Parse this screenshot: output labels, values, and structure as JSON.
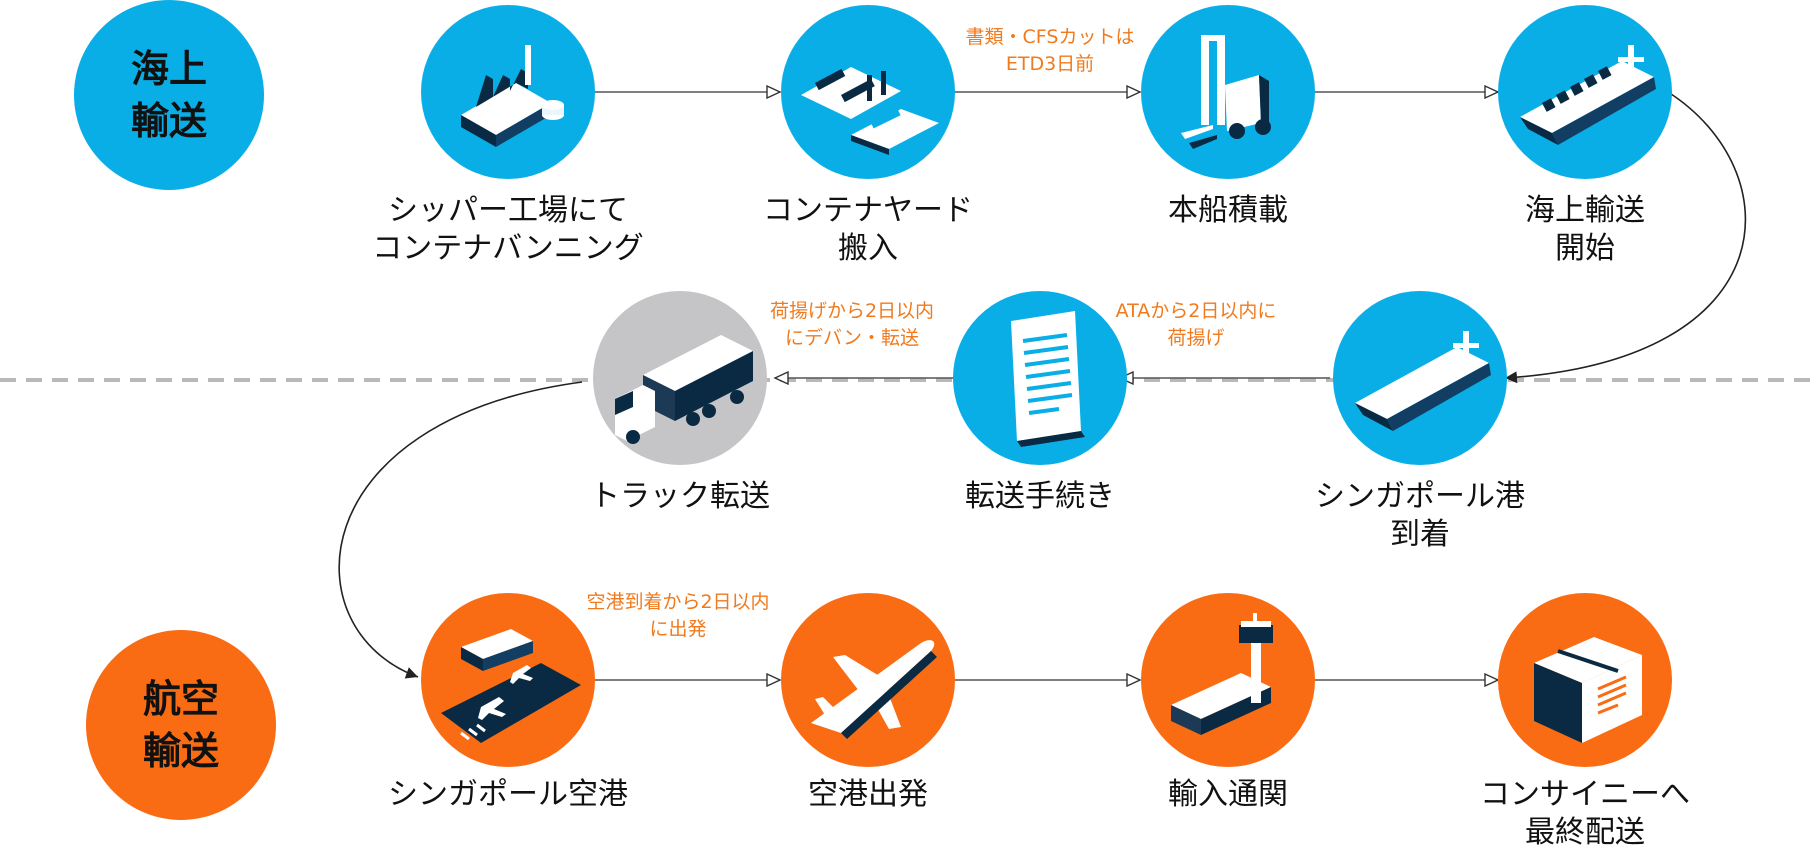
{
  "modes": {
    "sea": "海上\n輸送",
    "air": "航空\n輸送"
  },
  "sea_steps": [
    {
      "label": "シッパー工場にて\nコンテナバンニング",
      "icon": "factory-icon"
    },
    {
      "label": "コンテナヤード\n搬入",
      "icon": "container-yard-icon"
    },
    {
      "label": "本船積載",
      "icon": "forklift-icon"
    },
    {
      "label": "海上輸送\n開始",
      "icon": "container-ship-icon"
    }
  ],
  "transfer_steps": [
    {
      "label": "シンガポール港\n到着",
      "icon": "ship-arrival-icon"
    },
    {
      "label": "転送手続き",
      "icon": "document-icon"
    },
    {
      "label": "トラック転送",
      "icon": "truck-icon"
    }
  ],
  "air_steps": [
    {
      "label": "シンガポール空港",
      "icon": "airport-icon"
    },
    {
      "label": "空港出発",
      "icon": "airplane-icon"
    },
    {
      "label": "輸入通関",
      "icon": "control-tower-icon"
    },
    {
      "label": "コンサイニーへ\n最終配送",
      "icon": "box-icon"
    }
  ],
  "notes": {
    "cutoff": "書類・CFSカットは\nETD3日前",
    "unload": "ATAから2日以内に\n荷揚げ",
    "devan": "荷揚げから2日以内\nにデバン・転送",
    "depart": "空港到着から2日以内\nに出発"
  },
  "colors": {
    "sea": "#0aaee6",
    "air": "#fa6c14",
    "truck": "#c5c5c7",
    "note": "#f07a1d"
  }
}
